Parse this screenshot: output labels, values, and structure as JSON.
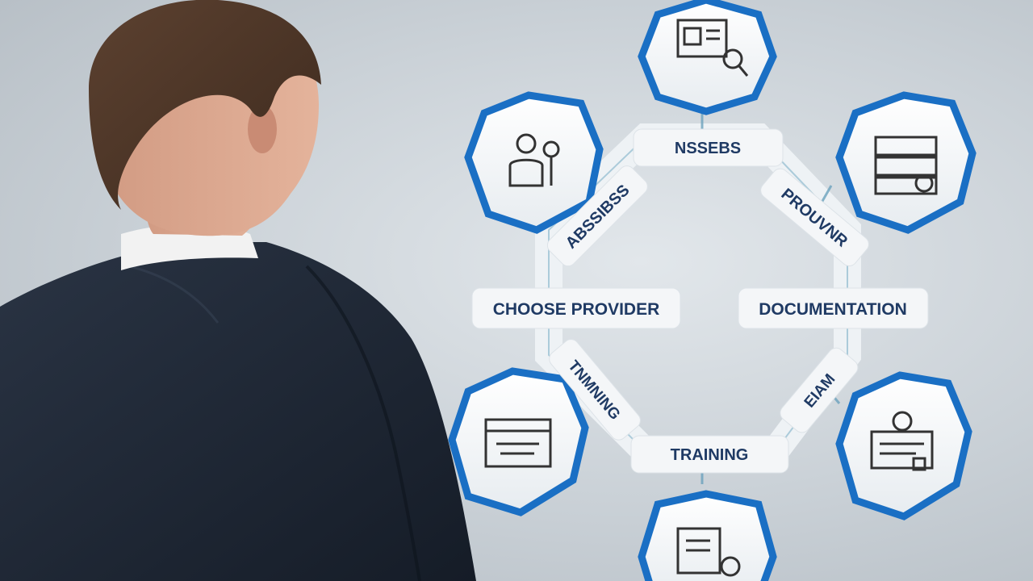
{
  "diagram": {
    "labels": {
      "top": "NSSEBS",
      "upper_left": "ABSSIBSS",
      "upper_right": "PROUVNR",
      "left": "CHOOSE PROVIDER",
      "right": "DOCUMENTATION",
      "lower_left": "TNMNING",
      "lower_right": "EIAM",
      "bottom": "TRAINING"
    },
    "icons": [
      {
        "position": "top",
        "name": "document-search-icon"
      },
      {
        "position": "upper-left",
        "name": "person-search-icon"
      },
      {
        "position": "upper-right",
        "name": "server-settings-icon"
      },
      {
        "position": "lower-left",
        "name": "training-board-icon"
      },
      {
        "position": "lower-right",
        "name": "id-card-icon"
      },
      {
        "position": "bottom",
        "name": "report-search-icon"
      }
    ],
    "colors": {
      "hex_border": "#1a6fc4",
      "label_text": "#1f3a64",
      "label_bg": "#f4f6f8",
      "connector": "#7fb0c8"
    }
  }
}
